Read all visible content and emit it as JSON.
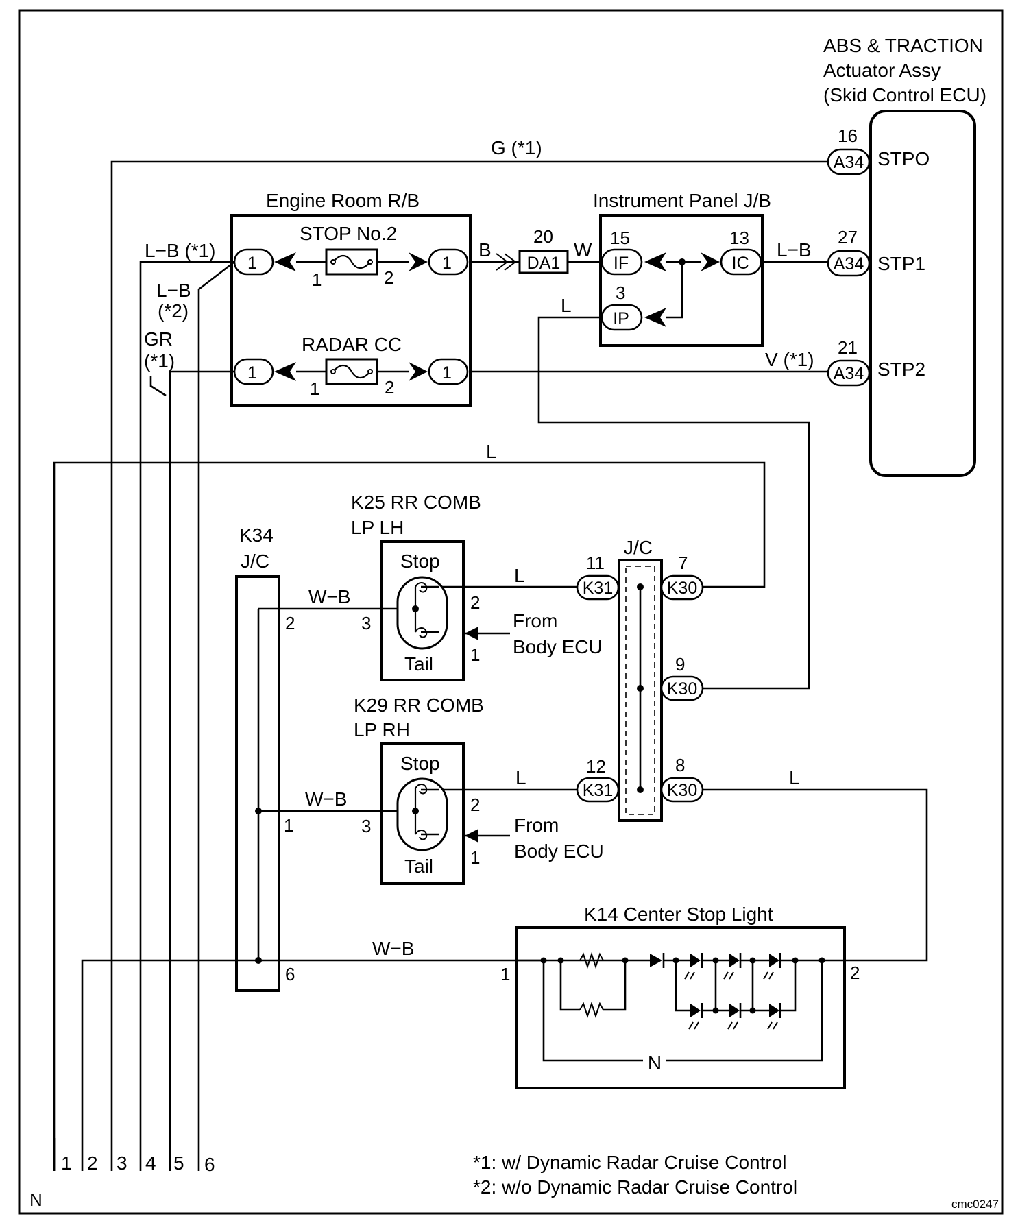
{
  "components": {
    "abs_ecu": {
      "line1": "ABS & TRACTION",
      "line2": "Actuator Assy",
      "line3": "(Skid Control ECU)",
      "pins": {
        "stpo": "STPO",
        "stp1": "STP1",
        "stp2": "STP2"
      }
    },
    "engine_room_rb": {
      "title": "Engine Room R/B",
      "fuse_stop": "STOP No.2",
      "fuse_radar": "RADAR CC"
    },
    "instrument_panel_jb": {
      "title": "Instrument Panel J/B"
    },
    "k25": {
      "line1": "K25 RR COMB",
      "line2": "LP LH",
      "stop": "Stop",
      "tail": "Tail",
      "from1": "From",
      "from2": "Body ECU"
    },
    "k29": {
      "line1": "K29 RR COMB",
      "line2": "LP RH",
      "stop": "Stop",
      "tail": "Tail",
      "from1": "From",
      "from2": "Body ECU"
    },
    "k34": {
      "line1": "K34",
      "line2": "J/C"
    },
    "jc": {
      "label": "J/C"
    },
    "k14": {
      "title": "K14 Center Stop Light"
    }
  },
  "connectors": {
    "a34": "A34",
    "da1": "DA1",
    "if": "IF",
    "ic": "IC",
    "ip": "IP",
    "k31": "K31",
    "k30": "K30",
    "one": "1"
  },
  "pin_numbers": {
    "a34_stpo": "16",
    "a34_stp1": "27",
    "a34_stp2": "21",
    "da1": "20",
    "if": "15",
    "ic": "13",
    "ip": "3",
    "k31_11": "11",
    "k31_12": "12",
    "k30_7": "7",
    "k30_9": "9",
    "k30_8": "8",
    "fuse_in": "1",
    "fuse_out": "2",
    "k25_2": "2",
    "k25_3": "3",
    "k25_1": "1",
    "k29_2": "2",
    "k29_3": "3",
    "k29_1": "1",
    "k34_2": "2",
    "k34_1": "1",
    "k34_6": "6",
    "k14_1": "1",
    "k14_2": "2"
  },
  "wire_colors": {
    "g_1": "G (*1)",
    "lb_1": "L−B (*1)",
    "lb_2_a": "L−B",
    "lb_2_b": "(*2)",
    "gr_a": "GR",
    "gr_b": "(*1)",
    "b": "B",
    "w": "W",
    "lb": "L−B",
    "l": "L",
    "v_1": "V (*1)",
    "wb": "W−B"
  },
  "bottom_terminals": [
    "1",
    "2",
    "3",
    "4",
    "5",
    "6"
  ],
  "notes": {
    "n1": "*1: w/ Dynamic Radar Cruise Control",
    "n2": "*2: w/o Dynamic Radar Cruise Control"
  },
  "corner": {
    "left": "N",
    "right": "cmc0247",
    "k14_symbol": "N"
  }
}
